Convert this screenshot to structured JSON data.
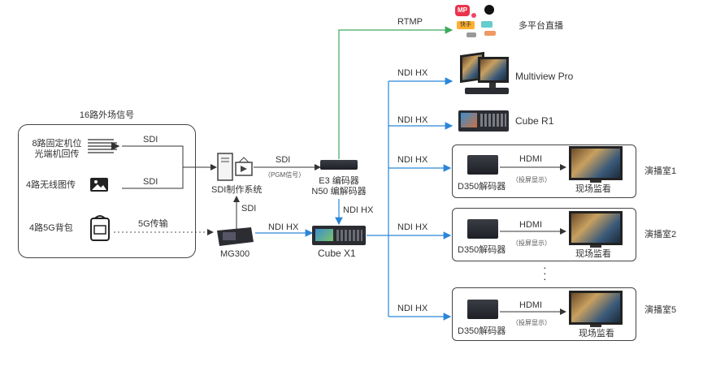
{
  "source_group": {
    "title": "16路外场信号",
    "fixed_cam_line1": "8路固定机位",
    "fixed_cam_line2": "光端机回传",
    "sdi_1": "SDI",
    "wireless": "4路无线图传",
    "sdi_2": "SDI",
    "backpack": "4路5G背包",
    "transport_5g": "5G传输"
  },
  "sdi_system": {
    "label": "SDI制作系统"
  },
  "mg300": {
    "label": "MG300",
    "sdi_up": "SDI",
    "ndi_hx": "NDI HX"
  },
  "pgm_link": {
    "sdi": "SDI",
    "pgm": "（PGM信号）"
  },
  "encoder": {
    "line1": "E3 编码器",
    "line2": "N50 编解码器",
    "ndi_hx_down": "NDI HX"
  },
  "cube_x1": {
    "label": "Cube X1"
  },
  "rtmp": {
    "label": "RTMP",
    "target": "多平台直播",
    "logo_mp": "MP",
    "logo_ks": "快手"
  },
  "multiview": {
    "ndi_hx": "NDI HX",
    "label": "Multiview Pro"
  },
  "cube_r1": {
    "ndi_hx": "NDI HX",
    "label": "Cube R1"
  },
  "rooms": [
    {
      "ndi_hx": "NDI HX",
      "decoder": "D350解码器",
      "hdmi": "HDMI",
      "note": "（投屏显示）",
      "monitor": "现场监看",
      "name": "演播室1"
    },
    {
      "ndi_hx": "NDI HX",
      "decoder": "D350解码器",
      "hdmi": "HDMI",
      "note": "（投屏显示）",
      "monitor": "现场监看",
      "name": "演播室2"
    },
    {
      "ndi_hx": "NDI HX",
      "decoder": "D350解码器",
      "hdmi": "HDMI",
      "note": "（投屏显示）",
      "monitor": "现场监看",
      "name": "演播室5"
    }
  ],
  "colors": {
    "blue_link": "#2a86d8",
    "green_link": "#3ea85c",
    "black_link": "#333333"
  }
}
